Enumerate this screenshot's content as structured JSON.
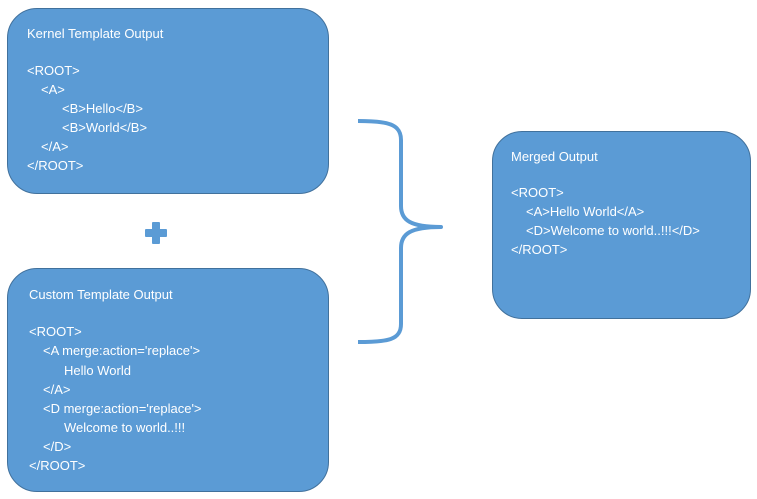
{
  "colors": {
    "box_fill": "#5b9bd5",
    "box_border": "#41719c",
    "connector": "#5b9bd5",
    "text": "#ffffff"
  },
  "kernel": {
    "title": "Kernel Template Output",
    "lines": [
      "<ROOT>",
      "<A>",
      "<B>Hello</B>",
      "<B>World</B>",
      "</A>",
      "</ROOT>"
    ]
  },
  "custom": {
    "title": "Custom Template Output",
    "lines": [
      "<ROOT>",
      "<A merge:action='replace'>",
      "Hello World",
      "</A>",
      "<D merge:action='replace'>",
      "Welcome to world..!!!",
      "</D>",
      "</ROOT>"
    ]
  },
  "merged": {
    "title": "Merged Output",
    "lines": [
      "<ROOT>",
      "<A>Hello World</A>",
      "<D>Welcome to world..!!!</D>",
      "</ROOT>"
    ]
  },
  "icons": {
    "plus": "plus-icon",
    "brace": "right-brace-icon"
  }
}
